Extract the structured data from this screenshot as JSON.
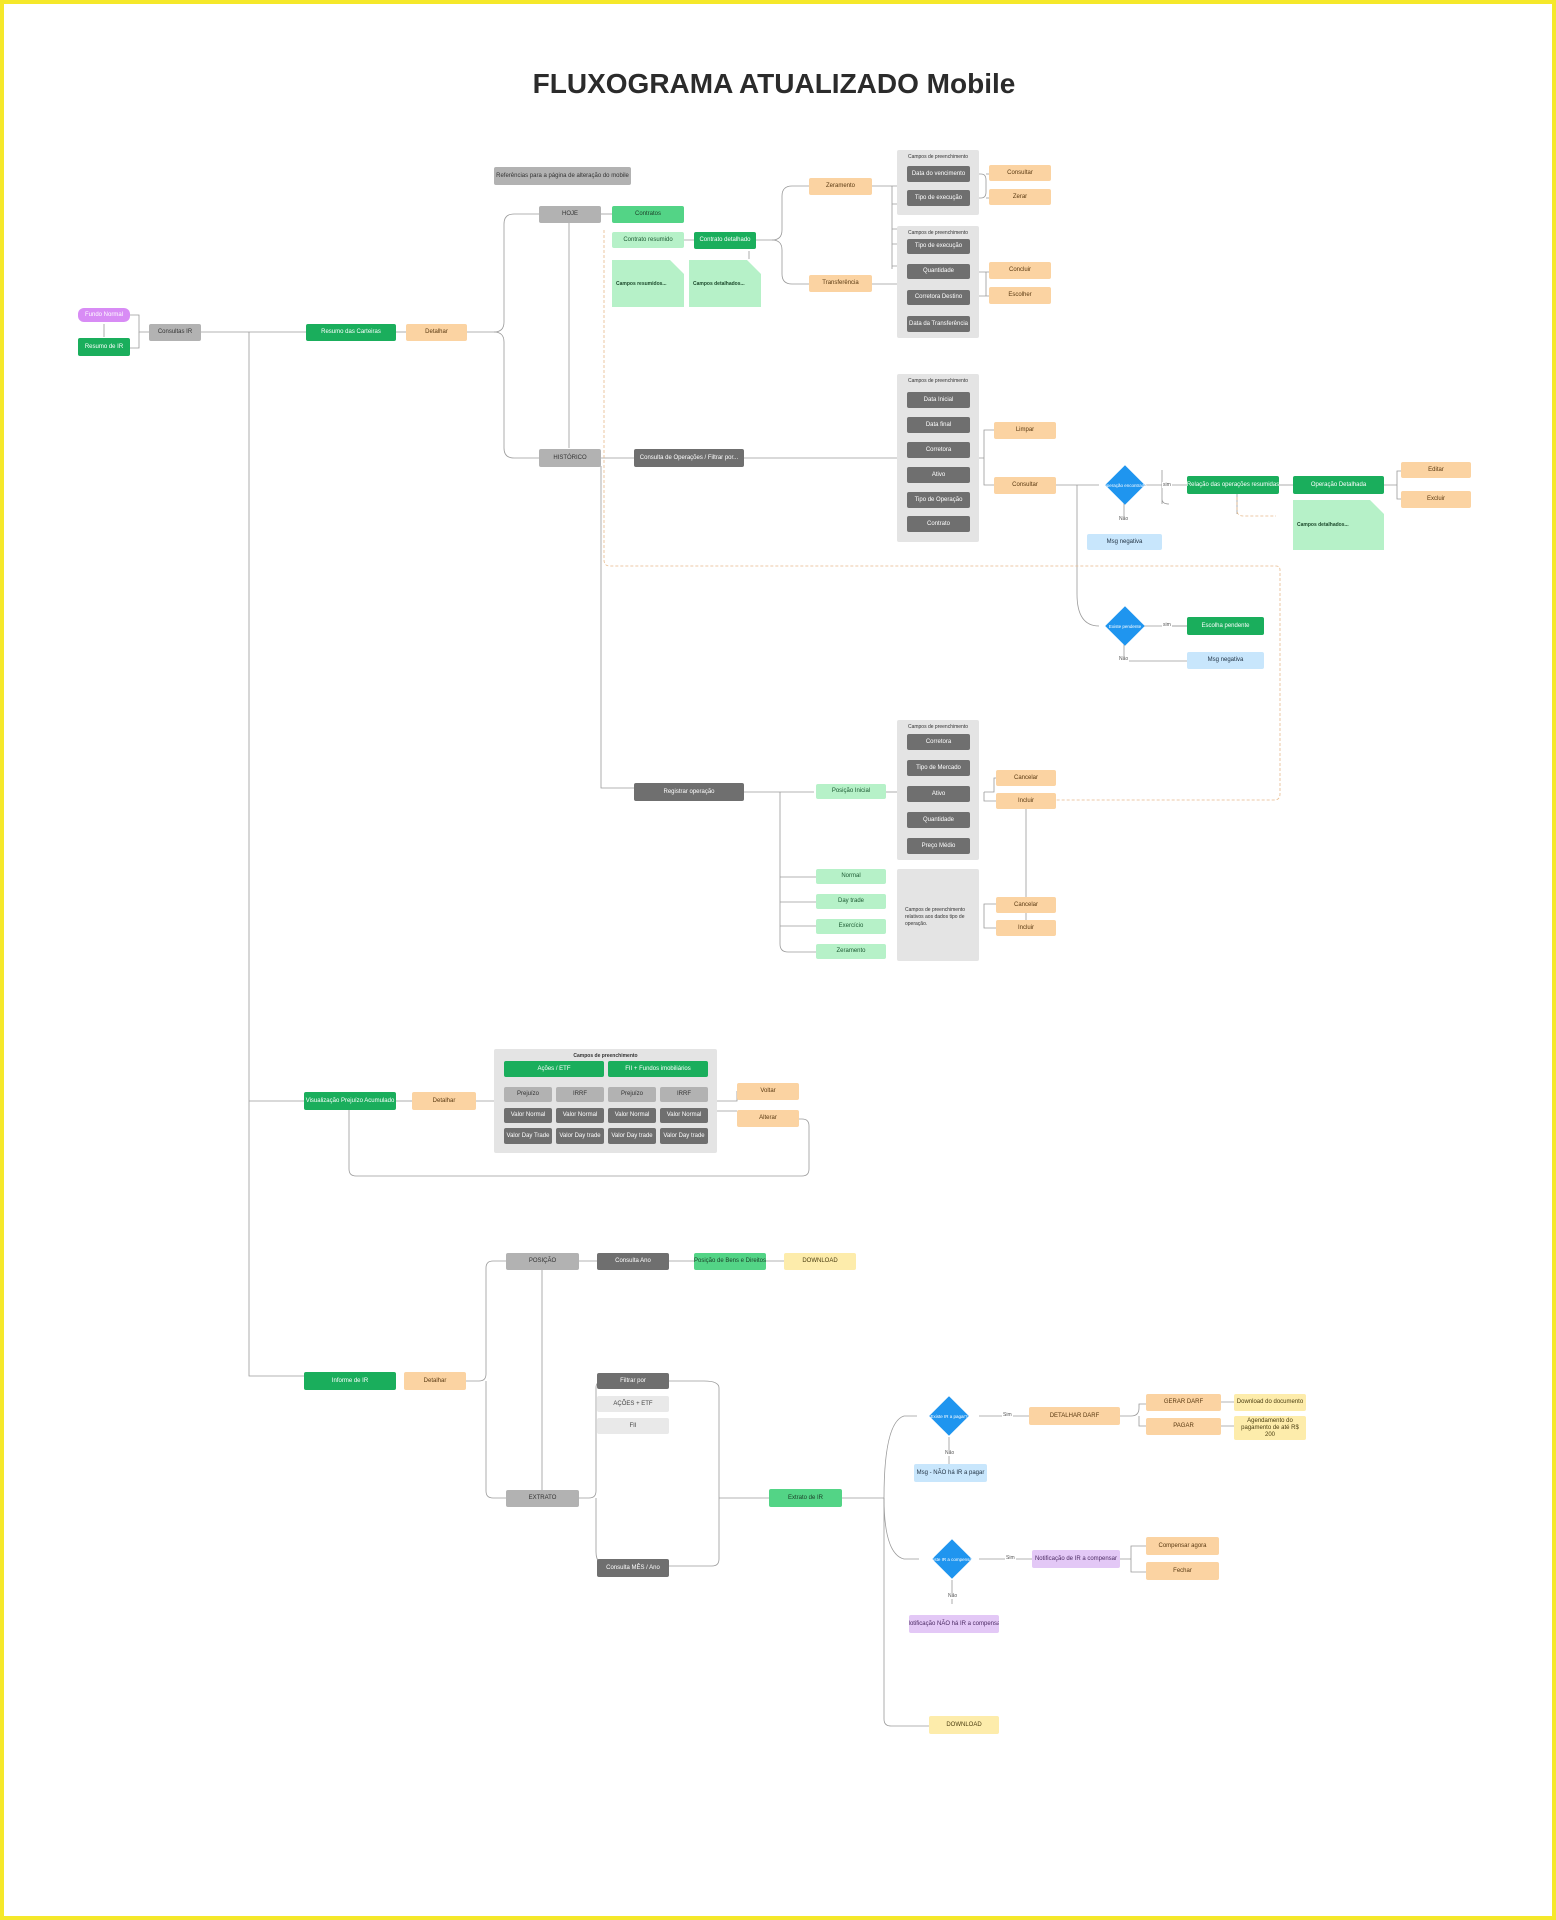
{
  "title": "FLUXOGRAMA ATUALIZADO Mobile",
  "colors": {
    "green": "#1aae5c",
    "light_green": "#b6f1c8",
    "orange": "#fbd3a2",
    "yellow": "#fdecab",
    "dark_gray": "#6f6f6f",
    "gray": "#b2b2b2",
    "purple": "#e3c8f6",
    "light_blue": "#c8e6fc",
    "decision_blue": "#1f95ef",
    "border": "#f5e82a"
  },
  "n": {
    "pink_start": "Fundo Normal",
    "resumo_ir": "Resumo de IR",
    "consultas_ir": "Consultas IR",
    "resumo_carteiras": "Resumo das Carteiras",
    "detalhar1": "Detalhar",
    "referencia": "Referências para a página de alteração do mobile",
    "hoje": "HOJE",
    "historico": "HISTÓRICO",
    "contratos": "Contratos",
    "contrato_resumido": "Contrato resumido",
    "contrato_detalhado": "Contrato detalhado",
    "campos_resumidos": "Campos resumidos...",
    "campos_detalhados": "Campos detalhados...",
    "zeramento": "Zeramento",
    "transferencia": "Transferência",
    "data_vencimento": "Data do vencimento",
    "tipo_execucao": "Tipo de execução",
    "consultar1": "Consultar",
    "zerar": "Zerar",
    "tipo_execucao2": "Tipo de execução",
    "quantidade": "Quantidade",
    "corretora_destino": "Corretora Destino",
    "data_transferencia": "Data da Transferência",
    "concluir": "Concluir",
    "escolher": "Escolher",
    "consulta_operacoes": "Consulta de Operações / Filtrar por...",
    "data_inicial": "Data Inicial",
    "data_final": "Data final",
    "corretora": "Corretora",
    "ativo": "Ativo",
    "tipo_operacao": "Tipo de Operação",
    "contrato": "Contrato",
    "limpar": "Limpar",
    "consultar2": "Consultar",
    "op_encontrada": "Operação encontrada",
    "msg_negativa1": "Msg negativa",
    "relacao_ops": "Relação das operações resumidas",
    "op_detalhada": "Operação Detalhada",
    "campos_detalhados2": "Campos detalhados...",
    "editar": "Editar",
    "excluir": "Excluir",
    "existe_pendente": "Existe pendente",
    "escolha_pendente": "Escolha pendente",
    "msg_negativa2": "Msg negativa",
    "registrar_op": "Registrar operação",
    "posicao_inicial": "Posição Inicial",
    "corretora2": "Corretora",
    "tipo_mercado": "Tipo de Mercado",
    "ativo2": "Ativo",
    "quantidade2": "Quantidade",
    "preco_medio": "Preço Médio",
    "cancelar1": "Cancelar",
    "incluir1": "Incluir",
    "normal": "Normal",
    "day_trade": "Day trade",
    "exercicio": "Exercício",
    "zeramento2": "Zeramento",
    "campos_relativos": "Campos de preenchimento relativos aos dados tipo de operação.",
    "cancelar2": "Cancelar",
    "incluir2": "Incluir",
    "visualizacao": "Visualização Prejuízo Acumulado",
    "detalhar2": "Detalhar",
    "campos_preench": "Campos de preenchimento",
    "acoes_etf": "Ações / ETF",
    "fii": "FII + Fundos imobiliários",
    "prejuizo1": "Prejuízo",
    "ipi": "IRRF",
    "prejuizo2": "Prejuízo",
    "ird": "IRRF",
    "valor_normal1": "Valor Normal",
    "valor_normal2": "Valor Normal",
    "valor_normal3": "Valor Normal",
    "valor_normal4": "Valor Normal",
    "valor_dt1": "Valor Day Trade",
    "valor_dt2": "Valor Day trade",
    "valor_dt3": "Valor Day trade",
    "valor_dt4": "Valor Day trade",
    "voltar": "Voltar",
    "alterar": "Alterar",
    "informe_ir": "Informe de IR",
    "detalhar3": "Detalhar",
    "posicao": "POSIÇÃO",
    "extrato": "EXTRATO",
    "consulta_ano": "Consulta Ano",
    "posicao_bens": "Posição de Bens e Direitos",
    "download1": "DOWNLOAD",
    "filtrar": "Filtrar por",
    "acoes_etf2": "AÇÕES + ETF",
    "fii2": "FII",
    "consulta_mes_ano": "Consulta MÊS / Ano",
    "extrato_ir": "Extrato de IR",
    "existe_ir": "Existe IR a pagar?",
    "nao1": "Não",
    "sim1": "Sim",
    "msg_nao_ir": "Msg - NÃO há IR a pagar",
    "detalhar_darf": "DETALHAR DARF",
    "gerar_darf": "GERAR DARF",
    "pagar": "PAGAR",
    "download_doc": "Download do documento",
    "agendamento": "Agendamento do pagamento de até R$ 200",
    "existe_compensar": "Existe IR a compensar?",
    "sim2": "Sim",
    "nao2": "Não",
    "notif_compensar": "Notificação de IR a compensar",
    "notif_nao_compensar": "Notificação NÃO há IR a compensar",
    "compensar_agora": "Compensar agora",
    "fechar": "Fechar",
    "download2": "DOWNLOAD",
    "sim3": "sim",
    "nao3": "Não",
    "sim4": "sim",
    "nao4": "Não",
    "panel_title": "Campos de preenchimento"
  }
}
